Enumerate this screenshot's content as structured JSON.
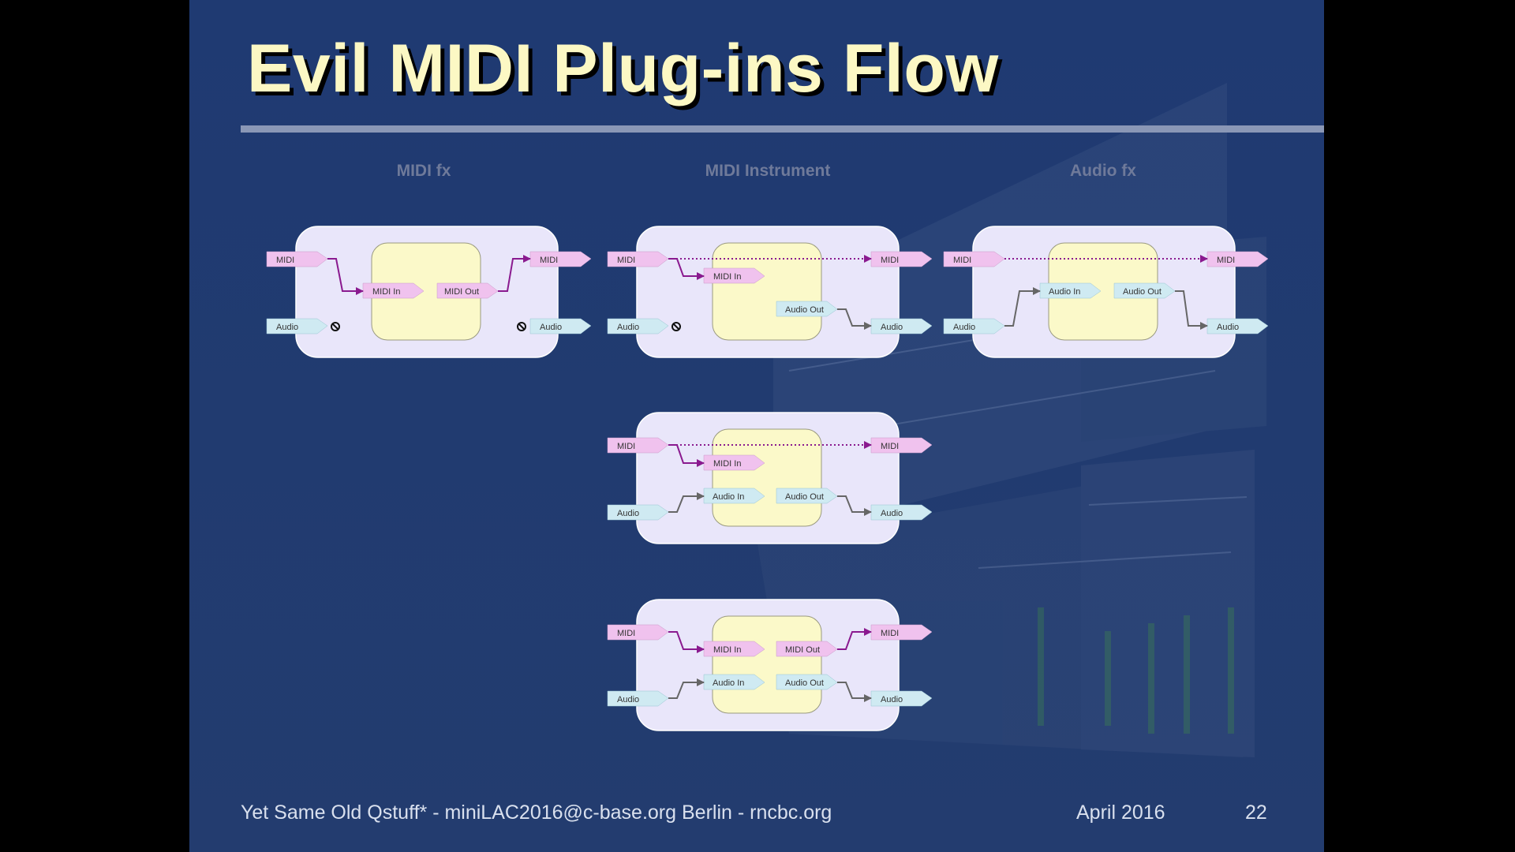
{
  "slide": {
    "title": "Evil MIDI Plug-ins Flow",
    "footer": {
      "text": "Yet Same Old Qstuff* - miniLAC2016@c-base.org Berlin - rncbc.org",
      "date": "April 2016",
      "page": "22"
    }
  },
  "columns": [
    {
      "label": "MIDI fx"
    },
    {
      "label": "MIDI Instrument"
    },
    {
      "label": "Audio fx"
    }
  ],
  "ports": {
    "midi": "MIDI",
    "audio": "Audio",
    "midi_in": "MIDI In",
    "midi_out": "MIDI Out",
    "audio_in": "Audio In",
    "audio_out": "Audio Out"
  },
  "colors": {
    "slide_background": "#213b70",
    "title": "#fcf8c4",
    "plugin_box": "#e9e6fa",
    "plugin_core": "#fbf9c9",
    "midi_port": "#f0c2ee",
    "audio_port": "#cfeaf2",
    "midi_wire": "#8a1a8f",
    "audio_wire": "#666666"
  }
}
